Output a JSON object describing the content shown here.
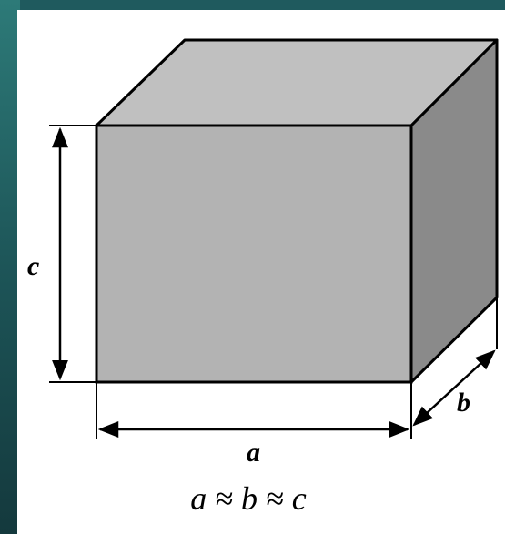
{
  "labels": {
    "a": "a",
    "b": "b",
    "c": "c",
    "relation": "a ≈ b ≈ c"
  },
  "colors": {
    "front_face": "#b3b3b3",
    "top_face": "#c0c0c0",
    "side_face": "#8a8a8a",
    "slide_background": "#1f5a5e"
  }
}
